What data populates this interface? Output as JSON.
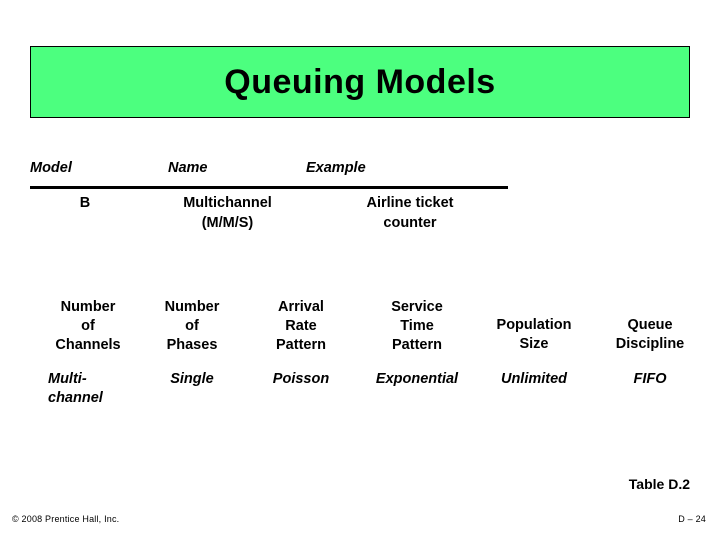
{
  "slide": {
    "title": "Queuing Models",
    "title_background": "#4cff7f",
    "table_label": "Table D.2",
    "copyright": "© 2008 Prentice Hall, Inc.",
    "page_number": "D – 24"
  },
  "top_table": {
    "headers": {
      "model": "Model",
      "name": "Name",
      "example": "Example"
    },
    "rows": [
      {
        "model": "B",
        "name": "Multichannel\n(M/M/S)",
        "name_line1": "Multichannel",
        "name_line2": "(M/M/S)",
        "example_line1": "Airline ticket",
        "example_line2": "counter"
      }
    ]
  },
  "bottom_table": {
    "headers": {
      "number_of_channels": "Number\nof\nChannels",
      "number_of_phases": "Number\nof\nPhases",
      "arrival_rate_pattern": "Arrival\nRate\nPattern",
      "service_time_pattern": "Service\nTime\nPattern",
      "population_size": "Population\nSize",
      "queue_discipline": "Queue\nDiscipline"
    },
    "row": {
      "channels_line1": "Multi-",
      "channels_line2": "channel",
      "phases": "Single",
      "arrival_pattern": "Poisson",
      "service_pattern": "Exponential",
      "population_size": "Unlimited",
      "queue_discipline": "FIFO"
    }
  }
}
